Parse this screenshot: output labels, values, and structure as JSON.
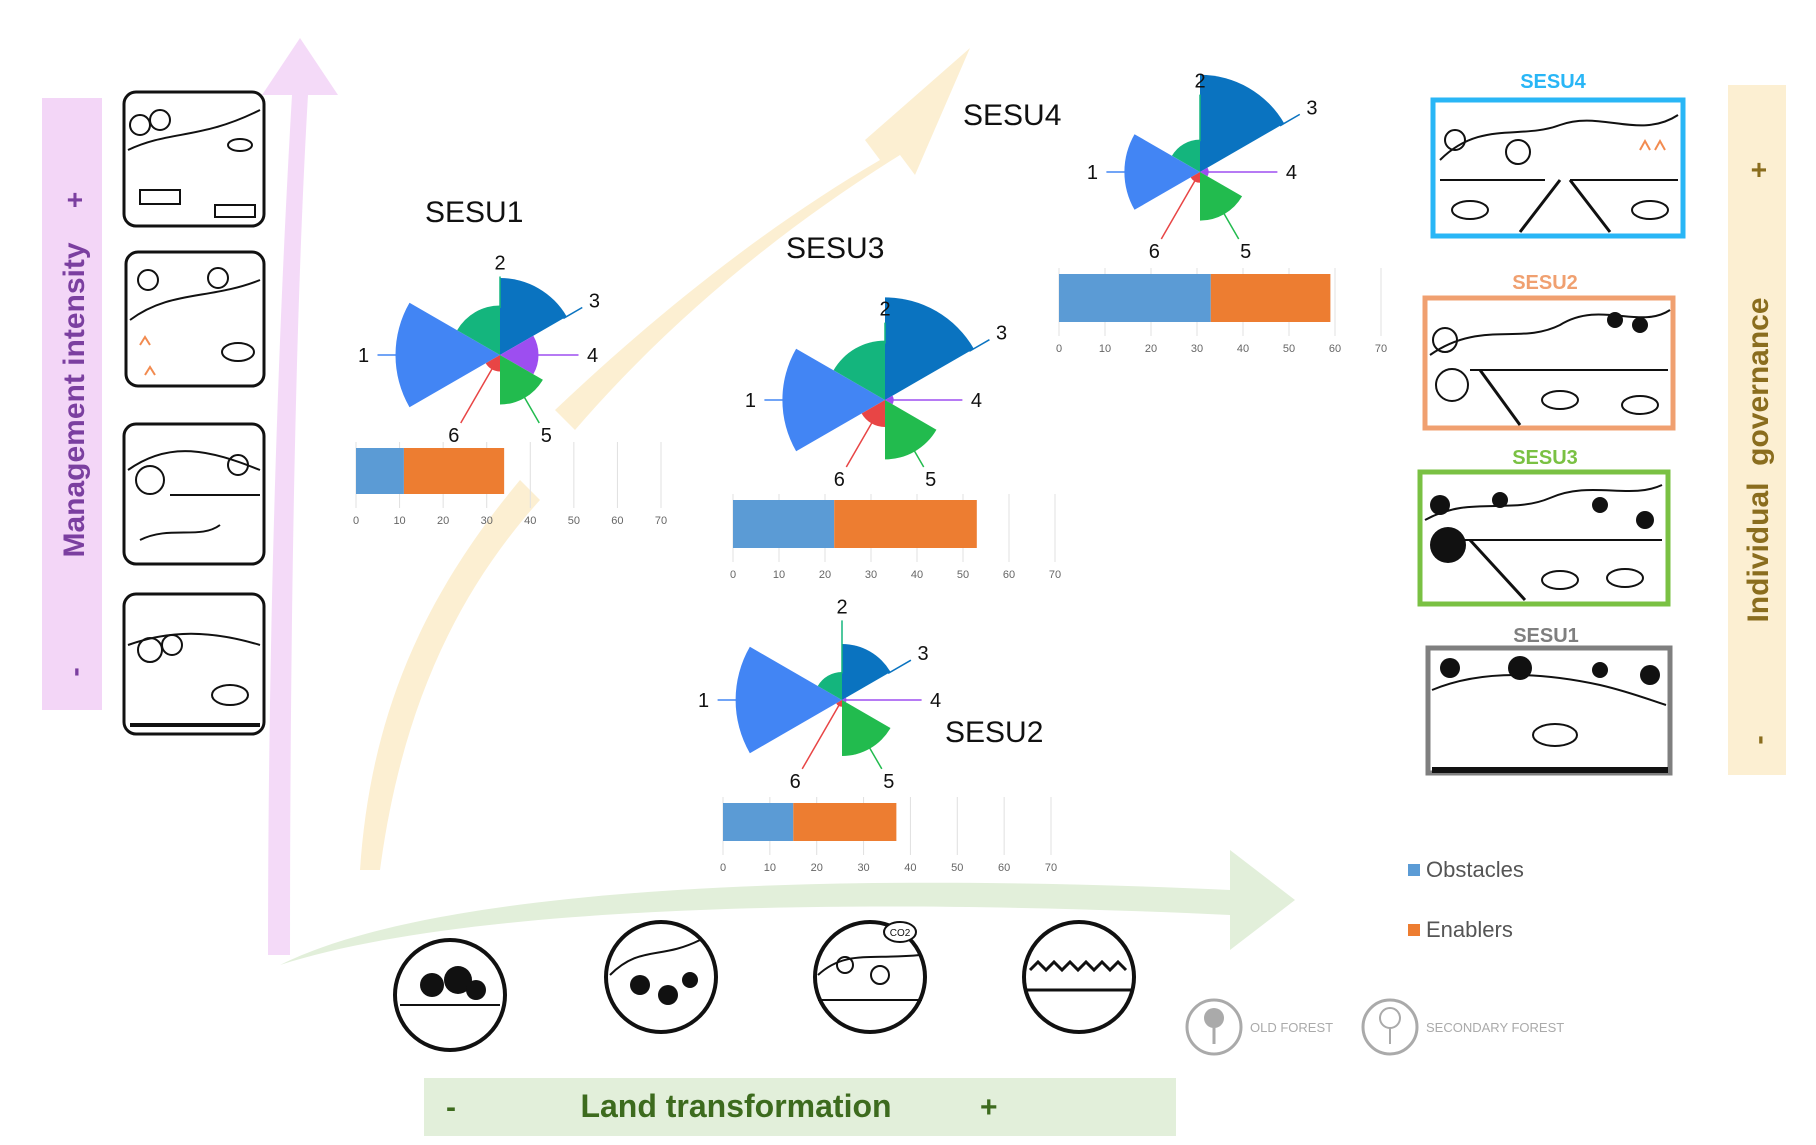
{
  "axes": {
    "management": {
      "label": "Management intensity",
      "minus": "-",
      "plus": "+",
      "color": "#7b3fa0",
      "bg": "#f3d6f7"
    },
    "governance": {
      "label": "Individual  governance",
      "minus": "-",
      "plus": "+",
      "color": "#8a6d1e",
      "bg": "#fcefd2"
    },
    "land": {
      "label": "Land transformation",
      "minus": "-",
      "plus": "+",
      "color": "#3d6b1e",
      "bg": "#e2efda"
    }
  },
  "panels": [
    {
      "id": "SESU4",
      "label": "SESU4",
      "color": "#29b6f6"
    },
    {
      "id": "SESU2",
      "label": "SESU2",
      "color": "#f0a070"
    },
    {
      "id": "SESU3",
      "label": "SESU3",
      "color": "#7ac143"
    },
    {
      "id": "SESU1",
      "label": "SESU1",
      "color": "#7f7f7f"
    }
  ],
  "legend": {
    "obstacles": {
      "label": "Obstacles",
      "color": "#5b9bd5"
    },
    "enablers": {
      "label": "Enablers",
      "color": "#ed7d31"
    }
  },
  "forest_legend": {
    "old": "OLD FOREST",
    "secondary": "SECONDARY FOREST"
  },
  "co2": "CO2",
  "petal_colors": {
    "1": "#4285f4",
    "2": "#14b57d",
    "3": "#0a73c0",
    "4": "#9d4ef0",
    "5": "#22bb4e",
    "6": "#e84545"
  },
  "chart_data": [
    {
      "type": "bar",
      "title": "SESU1",
      "petal_labels": [
        "1",
        "2",
        "3",
        "4",
        "5",
        "6"
      ],
      "petal_values": [
        95,
        45,
        70,
        35,
        45,
        15
      ],
      "series": [
        {
          "name": "Obstacles",
          "values": [
            11
          ]
        },
        {
          "name": "Enablers",
          "values": [
            23
          ]
        }
      ],
      "xlim": [
        0,
        70
      ],
      "ticks": [
        "0",
        "10",
        "20",
        "30",
        "40",
        "50",
        "60",
        "70"
      ]
    },
    {
      "type": "bar",
      "title": "SESU3",
      "petal_labels": [
        "1",
        "2",
        "3",
        "4",
        "5",
        "6"
      ],
      "petal_values": [
        95,
        55,
        95,
        8,
        55,
        25
      ],
      "series": [
        {
          "name": "Obstacles",
          "values": [
            22
          ]
        },
        {
          "name": "Enablers",
          "values": [
            31
          ]
        }
      ],
      "xlim": [
        0,
        70
      ],
      "ticks": [
        "0",
        "10",
        "20",
        "30",
        "40",
        "50",
        "60",
        "70"
      ]
    },
    {
      "type": "bar",
      "title": "SESU4",
      "petal_labels": [
        "1",
        "2",
        "3",
        "4",
        "5",
        "6"
      ],
      "petal_values": [
        70,
        30,
        90,
        8,
        45,
        10
      ],
      "series": [
        {
          "name": "Obstacles",
          "values": [
            33
          ]
        },
        {
          "name": "Enablers",
          "values": [
            26
          ]
        }
      ],
      "xlim": [
        0,
        70
      ],
      "ticks": [
        "0",
        "10",
        "20",
        "30",
        "40",
        "50",
        "60",
        "70"
      ]
    },
    {
      "type": "bar",
      "title": "SESU2",
      "petal_labels": [
        "1",
        "2",
        "3",
        "4",
        "5",
        "6"
      ],
      "petal_values": [
        95,
        25,
        50,
        4,
        50,
        6
      ],
      "series": [
        {
          "name": "Obstacles",
          "values": [
            15
          ]
        },
        {
          "name": "Enablers",
          "values": [
            22
          ]
        }
      ],
      "xlim": [
        0,
        70
      ],
      "ticks": [
        "0",
        "10",
        "20",
        "30",
        "40",
        "50",
        "60",
        "70"
      ]
    }
  ]
}
